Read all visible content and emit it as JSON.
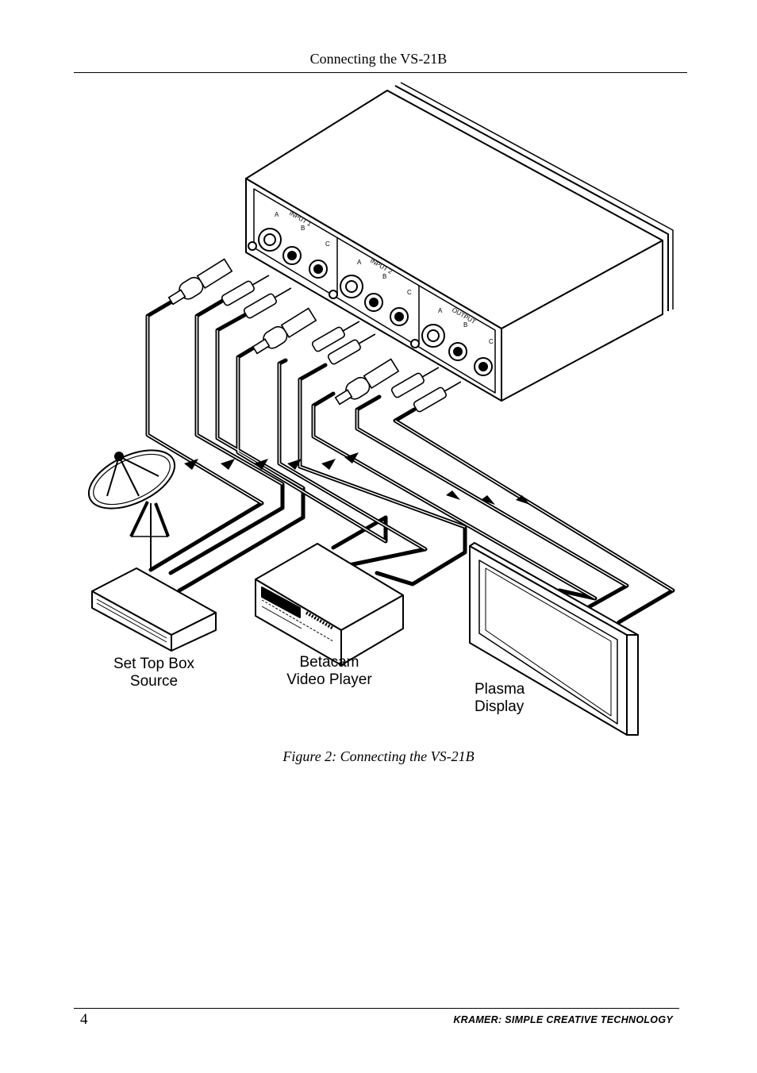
{
  "header": {
    "title": "Connecting the VS-21B"
  },
  "figure": {
    "panel": {
      "input1": {
        "title": "INPUT 1",
        "a": "A",
        "b": "B",
        "c": "C"
      },
      "input2": {
        "title": "INPUT 2",
        "a": "A",
        "b": "B",
        "c": "C"
      },
      "output": {
        "title": "OUTPUT",
        "a": "A",
        "b": "B",
        "c": "C"
      }
    },
    "devices": {
      "set_top_box": {
        "line1": "Set Top Box",
        "line2": "Source"
      },
      "betacam": {
        "line1": "Betacam",
        "line2": "Video Player"
      },
      "plasma": {
        "line1": "Plasma",
        "line2": "Display"
      }
    },
    "caption": "Figure 2: Connecting the VS-21B"
  },
  "footer": {
    "page_number": "4",
    "brand": "KRAMER:  SIMPLE CREATIVE TECHNOLOGY"
  }
}
